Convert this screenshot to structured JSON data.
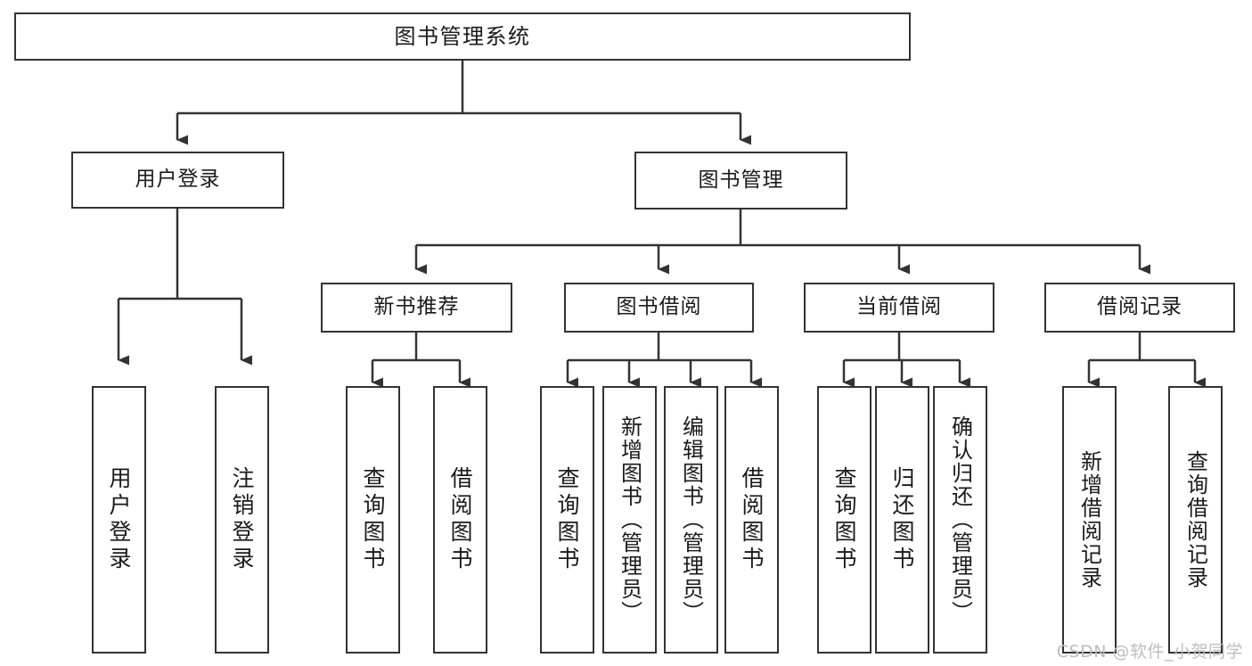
{
  "diagram": {
    "title": "图书管理系统",
    "type": "tree",
    "watermark": "CSDN @软件_小贺同学",
    "colors": {
      "line": "#333333",
      "box_border": "#333333",
      "box_fill": "#ffffff",
      "background": "#ffffff",
      "watermark": "#bdbdbd"
    },
    "nodes": {
      "root": {
        "label": "图书管理系统"
      },
      "level2": [
        {
          "label": "用户登录"
        },
        {
          "label": "图书管理"
        }
      ],
      "level3": [
        {
          "label": "新书推荐"
        },
        {
          "label": "图书借阅"
        },
        {
          "label": "当前借阅"
        },
        {
          "label": "借阅记录"
        }
      ],
      "leaves": {
        "user_login": [
          {
            "label": "用户登录"
          },
          {
            "label": "注销登录"
          }
        ],
        "new_book_recommend": [
          {
            "label": "查询图书"
          },
          {
            "label": "借阅图书"
          }
        ],
        "book_borrow": [
          {
            "label": "查询图书"
          },
          {
            "label": "新增图书（管理员）"
          },
          {
            "label": "编辑图书（管理员）"
          },
          {
            "label": "借阅图书"
          }
        ],
        "current_borrow": [
          {
            "label": "查询图书"
          },
          {
            "label": "归还图书"
          },
          {
            "label": "确认归还（管理员）"
          }
        ],
        "borrow_record": [
          {
            "label": "新增借阅记录"
          },
          {
            "label": "查询借阅记录"
          }
        ]
      }
    }
  }
}
